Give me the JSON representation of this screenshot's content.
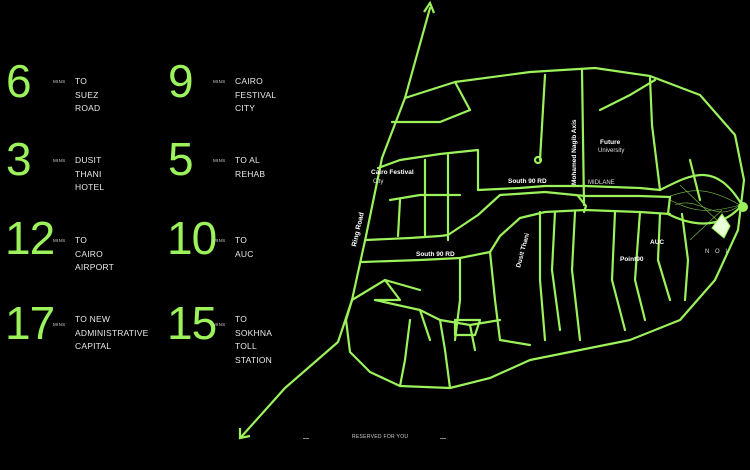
{
  "colors": {
    "accent": "#9cf25a",
    "background": "#000000"
  },
  "distances": [
    {
      "num": "6",
      "unit": "MINS",
      "dest": "TO SUEZ ROAD"
    },
    {
      "num": "9",
      "unit": "MINS",
      "dest": "CAIRO\nFESTIVAL CITY"
    },
    {
      "num": "3",
      "unit": "MINS",
      "dest": "DUSIT\nTHANI HOTEL"
    },
    {
      "num": "5",
      "unit": "MINS",
      "dest": "TO AL REHAB"
    },
    {
      "num": "12",
      "unit": "MINS",
      "dest": "TO CAIRO\nAIRPORT"
    },
    {
      "num": "10",
      "unit": "MINS",
      "dest": "TO AUC"
    },
    {
      "num": "17",
      "unit": "MINS",
      "dest": "TO NEW\nADMINISTRATIVE\nCAPITAL"
    },
    {
      "num": "15",
      "unit": "MINS",
      "dest": "TO SOKHNA\nTOLL STATION"
    }
  ],
  "map": {
    "ring_road": "Ring Road",
    "cairo_festival": "Cairo Festival",
    "city": "City",
    "south90_upper": "South 90 RD",
    "south90_lower": "South 90 RD",
    "dusit_thani": "Dusit Thani",
    "mohamed_naguib": "Mohamed Nagib Axis",
    "future": "Future",
    "university": "University",
    "midlane": "MIDLANE",
    "point90": "Point90",
    "auc": "AUC",
    "noi": "N O I"
  },
  "footer": "RESERVED FOR YOU"
}
